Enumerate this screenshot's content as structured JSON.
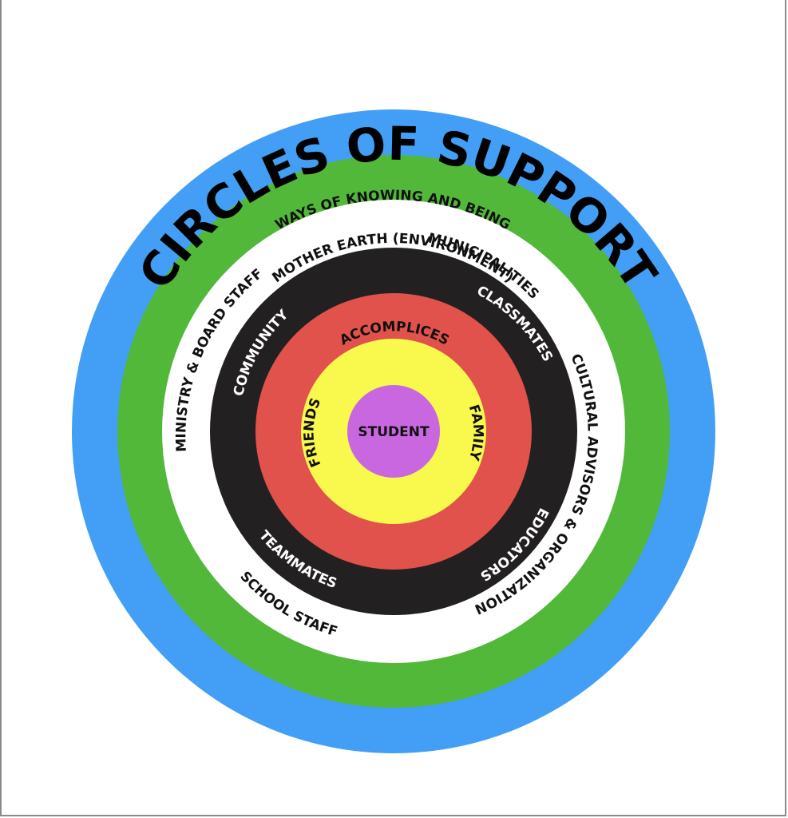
{
  "title": "CIRCLES OF SUPPORT",
  "rings": {
    "ways_of_knowing": {
      "label": "WAYS OF KNOWING AND BEING",
      "color": "#429ff5"
    },
    "mother_earth": {
      "label": "MOTHER EARTH (ENVIRONMENT)",
      "color": "#52b83a"
    },
    "municipalities_ring": {
      "color": "#ffffff",
      "labels": {
        "municipalities": "MUNICIPALITIES",
        "cultural_advisors": "CULTURAL ADVISORS & ORGANIZATIONS",
        "school_staff": "SCHOOL STAFF",
        "ministry_board": "MINISTRY & BOARD STAFF"
      }
    },
    "community_ring": {
      "color": "#222021",
      "labels": {
        "community": "COMMUNITY",
        "classmates": "CLASSMATES",
        "educators": "EDUCATORS",
        "teammates": "TEAMMATES"
      }
    },
    "accomplices_ring": {
      "label": "ACCOMPLICES",
      "color": "#e0524b"
    },
    "family_ring": {
      "color": "#f8f84d",
      "labels": {
        "friends": "FRIENDS",
        "family": "FAMILY"
      }
    },
    "center": {
      "label": "STUDENT",
      "color": "#c867e0"
    }
  }
}
